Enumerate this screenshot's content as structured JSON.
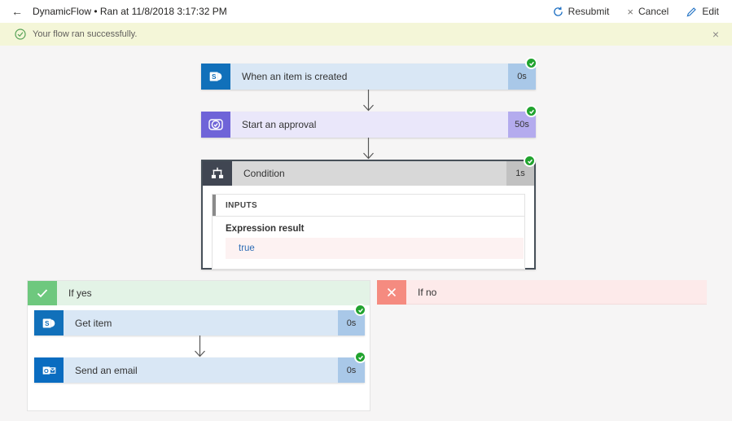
{
  "icons": {
    "back": "←",
    "cancel_x": "×",
    "close": "×",
    "sharepoint_letter": "S",
    "outlook_letter": "O"
  },
  "header": {
    "title": "DynamicFlow • Ran at 11/8/2018 3:17:32 PM",
    "actions": {
      "resubmit": "Resubmit",
      "cancel": "Cancel",
      "edit": "Edit"
    }
  },
  "banner": {
    "message": "Your flow ran successfully."
  },
  "flow": {
    "trigger": {
      "title": "When an item is created",
      "duration": "0s"
    },
    "approval": {
      "title": "Start an approval",
      "duration": "50s"
    },
    "condition": {
      "title": "Condition",
      "duration": "1s",
      "inputs_label": "INPUTS",
      "expression_label": "Expression result",
      "expression_value": "true"
    },
    "branch_yes": {
      "label": "If yes",
      "actions": [
        {
          "title": "Get item",
          "duration": "0s"
        },
        {
          "title": "Send an email",
          "duration": "0s"
        }
      ]
    },
    "branch_no": {
      "label": "If no"
    }
  },
  "colors": {
    "accent_blue": "#1b6ec2",
    "success_green": "#21a32e",
    "banner_bg": "#f4f6d8",
    "sharepoint_blue": "#1170ba",
    "approval_purple": "#6f64d8",
    "condition_slate": "#404652",
    "yes_green": "#6ec87e",
    "no_red": "#f58b80"
  }
}
